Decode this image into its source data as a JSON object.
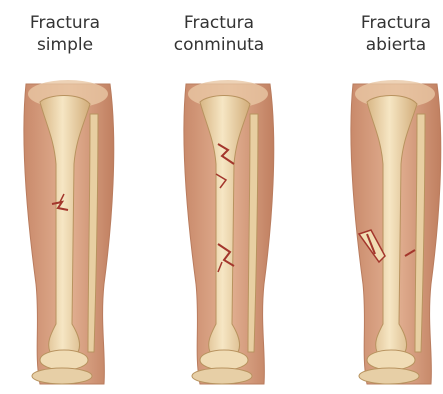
{
  "panels": [
    {
      "line1": "Fractura",
      "line2": "simple"
    },
    {
      "line1": "Fractura",
      "line2": "conminuta"
    },
    {
      "line1": "Fractura",
      "line2": "abierta"
    }
  ],
  "colors": {
    "skin": "#d9a384",
    "skin_dark": "#b97c5e",
    "bone": "#f1ddb4",
    "bone_shade": "#d8b685",
    "fracture": "#a3362c",
    "text": "#333333"
  }
}
